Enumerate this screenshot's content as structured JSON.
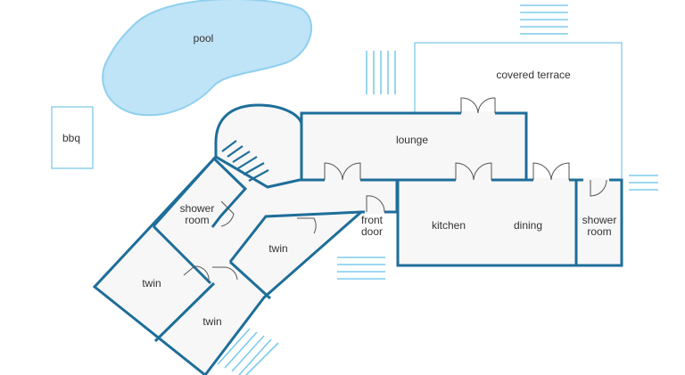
{
  "floorplan": {
    "labels": {
      "pool": "pool",
      "bbq": "bbq",
      "covered_terrace": "covered terrace",
      "lounge": "lounge",
      "shower_room_1_line1": "shower",
      "shower_room_1_line2": "room",
      "twin_1": "twin",
      "twin_2": "twin",
      "twin_3": "twin",
      "front_door_line1": "front",
      "front_door_line2": "door",
      "kitchen": "kitchen",
      "dining": "dining",
      "shower_room_2_line1": "shower",
      "shower_room_2_line2": "room"
    },
    "colors": {
      "wall": "#1e6e99",
      "pool_fill": "#bfe3f7",
      "pool_stroke": "#8fd0ee",
      "room_fill": "#f7f7f7",
      "text": "#333333"
    }
  }
}
